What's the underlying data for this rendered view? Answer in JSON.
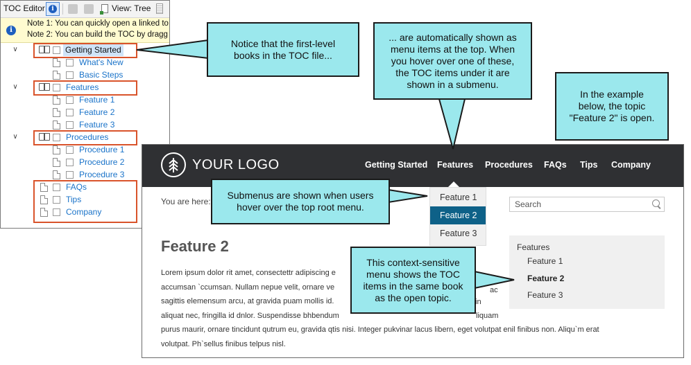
{
  "toc_editor": {
    "title": "TOC Editor",
    "view_label": "View: Tree",
    "notes": [
      "Note 1: You can quickly open a linked to",
      "Note 2: You can build the TOC by dragg"
    ],
    "items": [
      {
        "label": "Getting Started",
        "level": 1,
        "type": "book",
        "selected": true
      },
      {
        "label": "What's New",
        "level": 2,
        "type": "topic"
      },
      {
        "label": "Basic Steps",
        "level": 2,
        "type": "topic"
      },
      {
        "label": "Features",
        "level": 1,
        "type": "book"
      },
      {
        "label": "Feature 1",
        "level": 2,
        "type": "topic"
      },
      {
        "label": "Feature 2",
        "level": 2,
        "type": "topic"
      },
      {
        "label": "Feature 3",
        "level": 2,
        "type": "topic"
      },
      {
        "label": "Procedures",
        "level": 1,
        "type": "book"
      },
      {
        "label": "Procedure 1",
        "level": 2,
        "type": "topic"
      },
      {
        "label": "Procedure 2",
        "level": 2,
        "type": "topic"
      },
      {
        "label": "Procedure 3",
        "level": 2,
        "type": "topic"
      },
      {
        "label": "FAQs",
        "level": 1,
        "type": "topic"
      },
      {
        "label": "Tips",
        "level": 1,
        "type": "topic"
      },
      {
        "label": "Company",
        "level": 1,
        "type": "topic"
      }
    ]
  },
  "site": {
    "logo_text": "YOUR LOGO",
    "nav": [
      "Getting Started",
      "Features",
      "Procedures",
      "FAQs",
      "Tips",
      "Company"
    ],
    "submenu": [
      "Feature 1",
      "Feature 2",
      "Feature 3"
    ],
    "breadcrumb": "You are here:",
    "search_placeholder": "Search",
    "page_title": "Feature 2",
    "body_lines": [
      "Lorem ipsum dolor rit amet, consectettr adipiscing e",
      "accumsan `ccumsan. Nullam nepue velit, ornare ve",
      "sagittis elemensum arcu, at gravida puam mollis id.",
      "aliquat nec, fringilla id dnlor. Suspendisse bhbendum",
      "purus maurir, ornare tincidunt qutrum eu, gravida qtis nisi. Integer pukvinar lacus libern, eget volutpat enil finibus non. Aliqu`m erat",
      "volutpat. Ph`sellus finibus telpus nisl."
    ],
    "body_fragments": [
      "ac",
      "in",
      "liquam"
    ],
    "side_menu": {
      "header": "Features",
      "items": [
        "Feature 1",
        "Feature 2",
        "Feature 3"
      ]
    }
  },
  "callouts": {
    "first_level": [
      "Notice that the first-level",
      "books in the TOC file..."
    ],
    "menu_items": [
      "... are automatically shown as",
      "menu items at the top. When",
      "you hover over one of these,",
      "the TOC items under it are",
      "shown in a submenu."
    ],
    "example": [
      "In the example",
      "below, the topic",
      "\"Feature 2\" is open."
    ],
    "submenus": [
      "Submenus are shown when users",
      "hover over the top root menu."
    ],
    "context": [
      "This context-sensitive",
      "menu shows the TOC",
      "items in the same book",
      "as the open topic."
    ]
  },
  "colors": {
    "callout_fill": "#9be8ed",
    "highlight_border": "#d9532a",
    "nav_background": "#2f3033",
    "submenu_active": "#0e6188",
    "toc_link": "#1a73c9"
  }
}
